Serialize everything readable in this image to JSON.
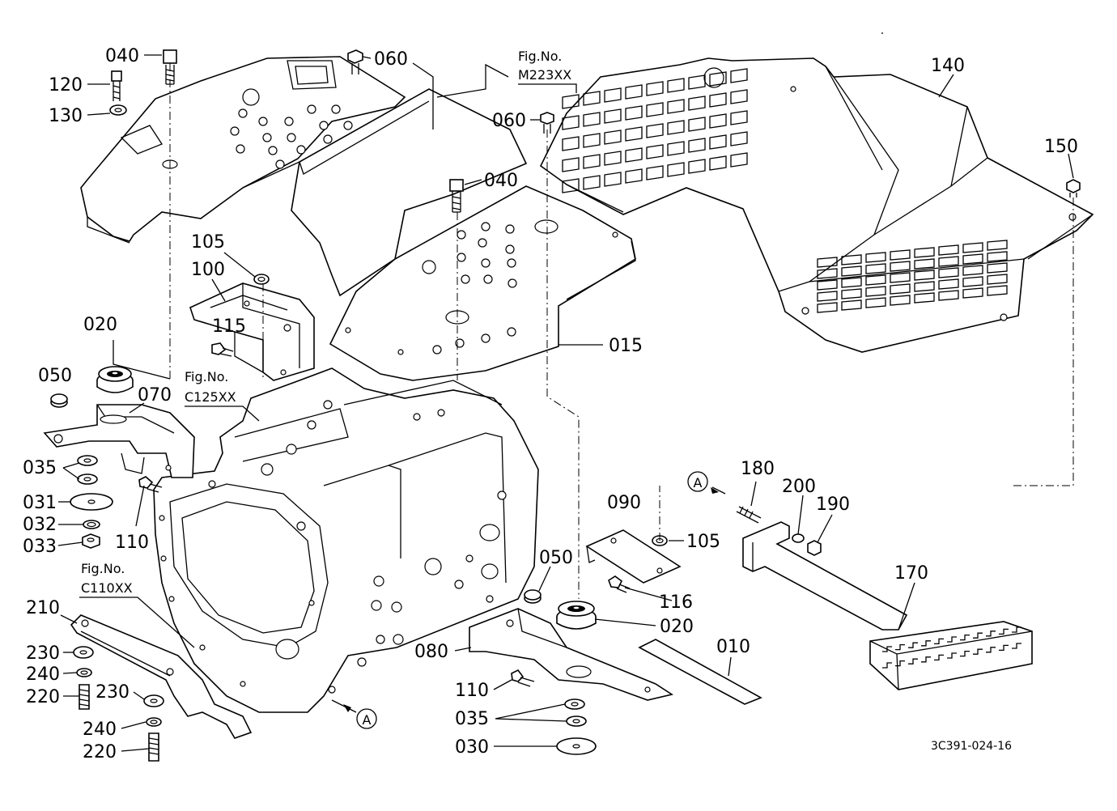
{
  "labels": {
    "p040a": "040",
    "p120": "120",
    "p130": "130",
    "p060a": "060",
    "p060b": "060",
    "p040b": "040",
    "p140": "140",
    "p150": "150",
    "p105a": "105",
    "p100": "100",
    "p115": "115",
    "p015": "015",
    "p020a": "020",
    "p050a": "050",
    "p070": "070",
    "p035a": "035",
    "p031": "031",
    "p032": "032",
    "p033": "033",
    "p110a": "110",
    "p090": "090",
    "p105b": "105",
    "p180": "180",
    "p200": "200",
    "p190": "190",
    "p170": "170",
    "p116": "116",
    "p050b": "050",
    "p020b": "020",
    "p010": "010",
    "p080": "080",
    "p110b": "110",
    "p035b": "035",
    "p030": "030",
    "p210": "210",
    "p230a": "230",
    "p240a": "240",
    "p220a": "220",
    "p230b": "230",
    "p240b": "240",
    "p220b": "220"
  },
  "references": {
    "m223_title": "Fig.No.",
    "m223_code": "M223XX",
    "c125_title": "Fig.No.",
    "c125_code": "C125XX",
    "c110_title": "Fig.No.",
    "c110_code": "C110XX"
  },
  "markers": {
    "a1": "A",
    "a2": "A"
  },
  "drawing_code": "3C391-024-16"
}
